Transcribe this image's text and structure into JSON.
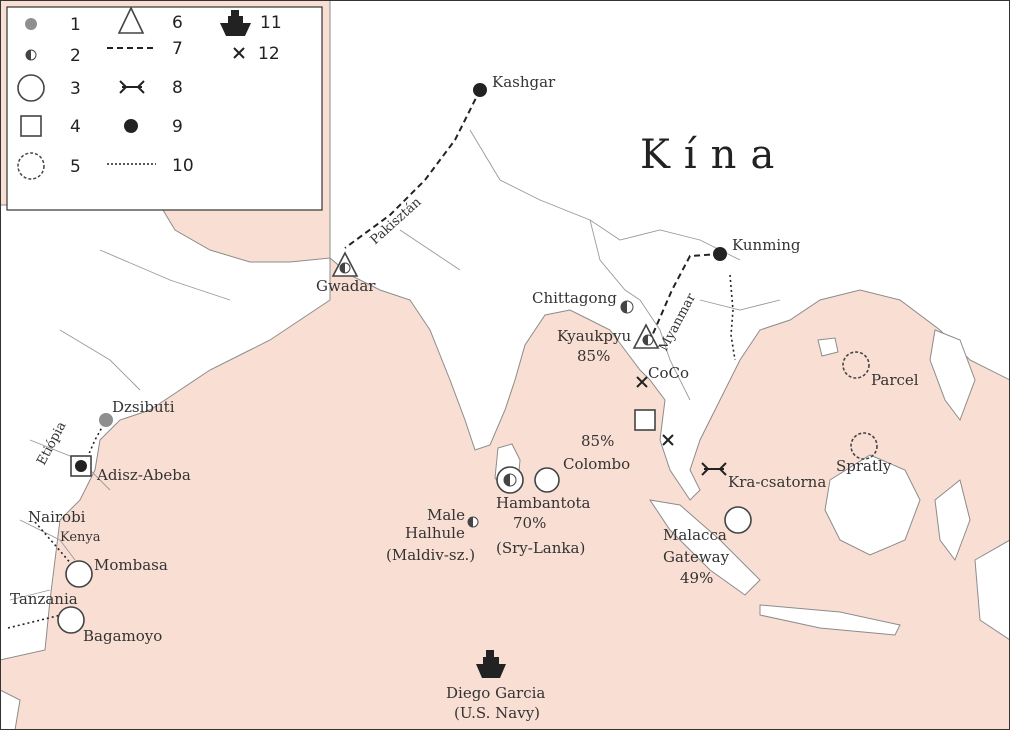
{
  "map": {
    "country_label": "Kína",
    "colors": {
      "sea": "#f9dfd3",
      "land": "#ffffff",
      "border": "#8c8c8c",
      "symbol": "#444444",
      "filled": "#222222",
      "grey_dot": "#8f8f8f"
    },
    "legend": [
      {
        "num": "1",
        "symbol": "grey-dot"
      },
      {
        "num": "2",
        "symbol": "half-dot"
      },
      {
        "num": "3",
        "symbol": "circle"
      },
      {
        "num": "4",
        "symbol": "square"
      },
      {
        "num": "5",
        "symbol": "dashed-circle"
      },
      {
        "num": "6",
        "symbol": "triangle"
      },
      {
        "num": "7",
        "symbol": "dashed-line"
      },
      {
        "num": "8",
        "symbol": "canal-bracket"
      },
      {
        "num": "9",
        "symbol": "black-dot"
      },
      {
        "num": "10",
        "symbol": "dotted-line"
      },
      {
        "num": "11",
        "symbol": "ship-icon"
      },
      {
        "num": "12",
        "symbol": "cross"
      }
    ],
    "places": {
      "kashgar": "Kashgar",
      "pakistan": "Pakisztán",
      "gwadar": "Gwadar",
      "kunming": "Kunming",
      "chittagong": "Chittagong",
      "myanmar": "Myanmar",
      "kyaukpyu": "Kyaukpyu",
      "kyaukpyu_pct": "85%",
      "coco": "CoCo",
      "andaman_pct": "85%",
      "colombo": "Colombo",
      "hambantota": "Hambantota",
      "hambantota_pct": "70%",
      "srilanka": "(Sry-Lanka)",
      "male": "Male",
      "halhule": "Halhule",
      "maldives": "(Maldiv-sz.)",
      "djibouti": "Dzsibuti",
      "ethiopia": "Etiópia",
      "addis": "Adisz-Abeba",
      "nairobi": "Nairobi",
      "kenya": "Kenya",
      "mombasa": "Mombasa",
      "tanzania": "Tanzania",
      "bagamoyo": "Bagamoyo",
      "diego": "Diego Garcia",
      "usnavy": "(U.S. Navy)",
      "kra": "Kra-csatorna",
      "malacca": "Malacca",
      "gateway": "Gateway",
      "malacca_pct": "49%",
      "parcel": "Parcel",
      "spratly": "Spratly"
    }
  }
}
